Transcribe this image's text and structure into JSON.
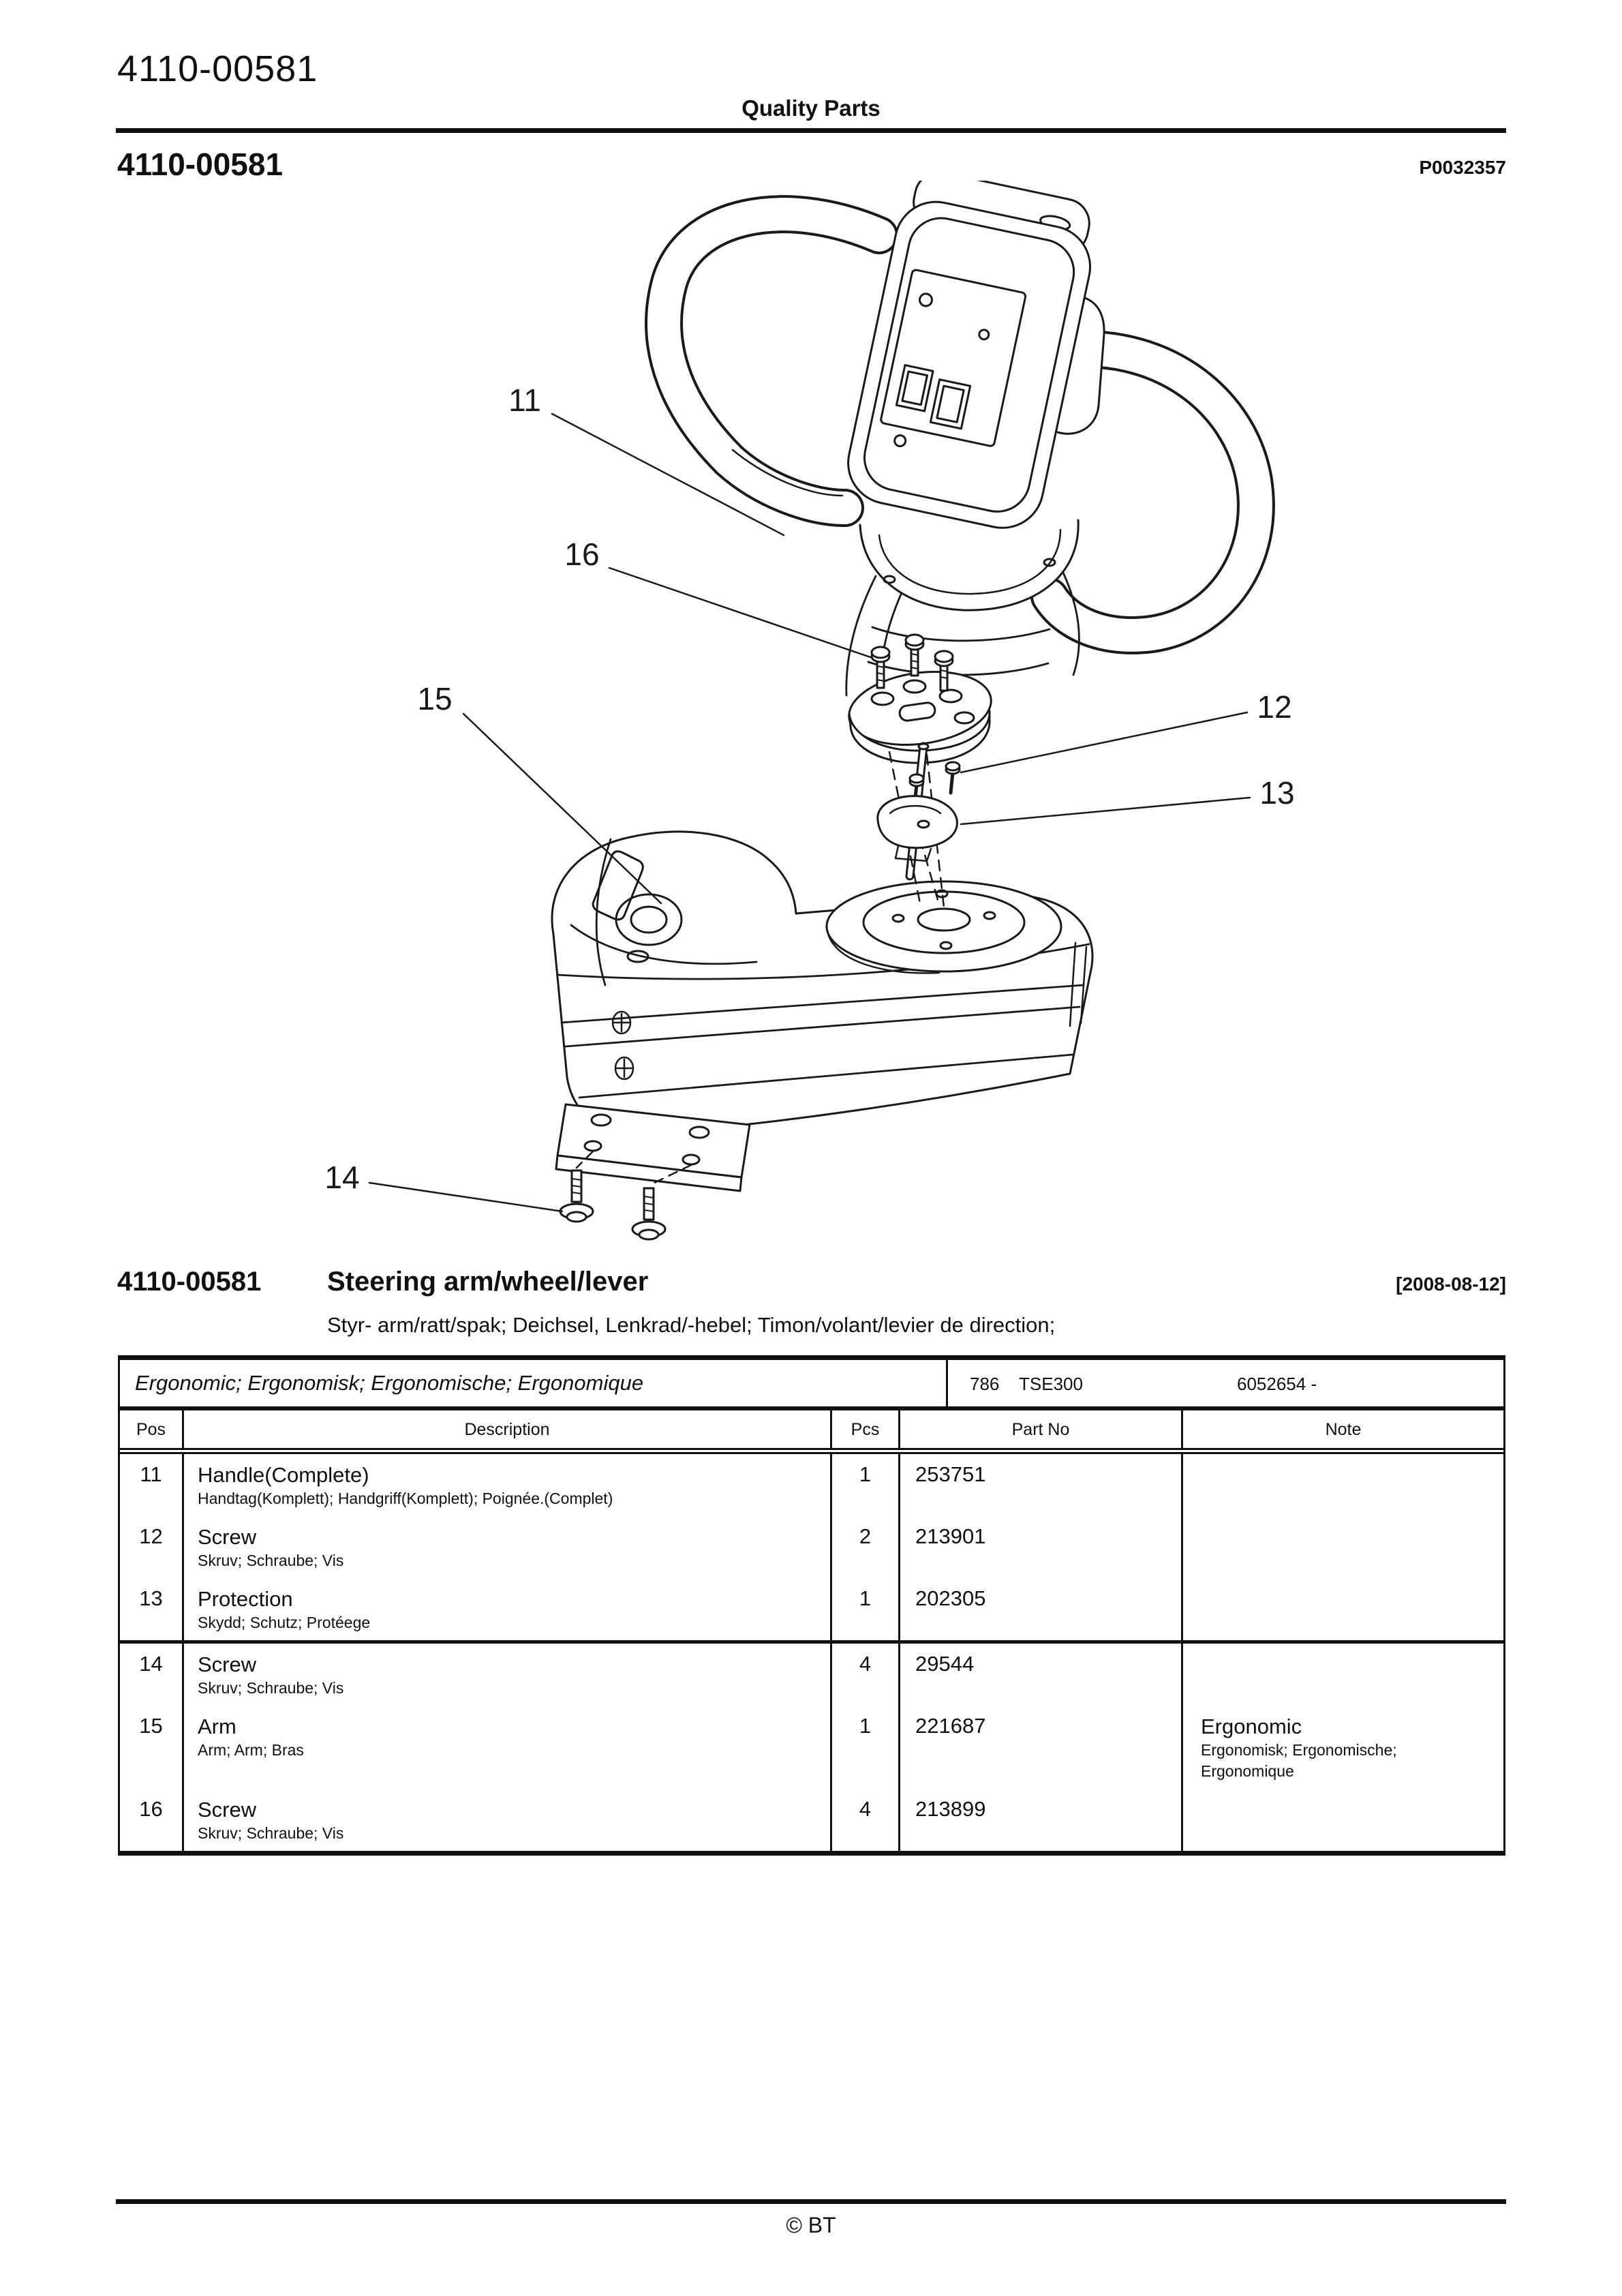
{
  "header": {
    "doc_code": "4110-00581",
    "center_title": "Quality Parts",
    "doc_code_2": "4110-00581",
    "plate_code": "P0032357"
  },
  "diagram": {
    "description": "exploded-view line drawing of steering arm, handle and fasteners",
    "callouts": {
      "c11": "11",
      "c12": "12",
      "c13": "13",
      "c14": "14",
      "c15": "15",
      "c16": "16"
    }
  },
  "section": {
    "code": "4110-00581",
    "title": "Steering arm/wheel/lever",
    "date": "[2008-08-12]",
    "subtitle": "Styr- arm/ratt/spak; Deichsel, Lenkrad/-hebel; Timon/volant/levier de direction;"
  },
  "table": {
    "variant": "Ergonomic; Ergonomisk; Ergonomische; Ergonomique",
    "model_code": "786",
    "model_name": "TSE300",
    "serial_range": "6052654 -",
    "headers": {
      "pos": "Pos",
      "description": "Description",
      "pcs": "Pcs",
      "part_no": "Part No",
      "note": "Note"
    },
    "rows": [
      {
        "pos": "11",
        "desc": "Handle(Complete)",
        "desc_sub": "Handtag(Komplett); Handgriff(Komplett); Poignée.(Complet)",
        "pcs": "1",
        "part_no": "253751",
        "note": "",
        "note_sub": ""
      },
      {
        "pos": "12",
        "desc": "Screw",
        "desc_sub": "Skruv; Schraube; Vis",
        "pcs": "2",
        "part_no": "213901",
        "note": "",
        "note_sub": ""
      },
      {
        "pos": "13",
        "desc": "Protection",
        "desc_sub": "Skydd; Schutz; Protéege",
        "pcs": "1",
        "part_no": "202305",
        "note": "",
        "note_sub": ""
      },
      {
        "pos": "14",
        "desc": "Screw",
        "desc_sub": "Skruv; Schraube; Vis",
        "pcs": "4",
        "part_no": "29544",
        "note": "",
        "note_sub": ""
      },
      {
        "pos": "15",
        "desc": "Arm",
        "desc_sub": "Arm; Arm; Bras",
        "pcs": "1",
        "part_no": "221687",
        "note": "Ergonomic",
        "note_sub": "Ergonomisk; Ergonomische; Ergonomique"
      },
      {
        "pos": "16",
        "desc": "Screw",
        "desc_sub": "Skruv; Schraube; Vis",
        "pcs": "4",
        "part_no": "213899",
        "note": "",
        "note_sub": ""
      }
    ]
  },
  "footer": {
    "copyright": "© BT"
  }
}
